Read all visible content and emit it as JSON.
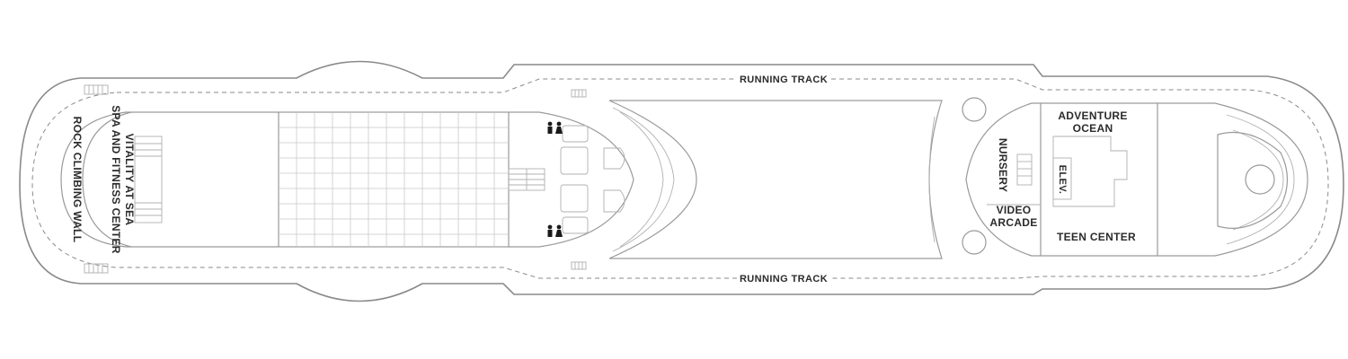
{
  "labels": {
    "running_track_top": "RUNNING TRACK",
    "running_track_bottom": "RUNNING TRACK",
    "rock_climbing_wall": "ROCK CLIMBING WALL",
    "vitality_line1": "VITALITY AT SEA",
    "vitality_line2": "SPA AND FITNESS CENTER",
    "adventure_line1": "ADVENTURE",
    "adventure_line2": "OCEAN",
    "nursery": "NURSERY",
    "elev": "ELEV.",
    "video_line1": "VIDEO",
    "video_line2": "ARCADE",
    "teen_center": "TEEN CENTER"
  },
  "icons": [
    "restroom-icon",
    "restroom-icon",
    "stairs-icon",
    "elevator-icon"
  ]
}
